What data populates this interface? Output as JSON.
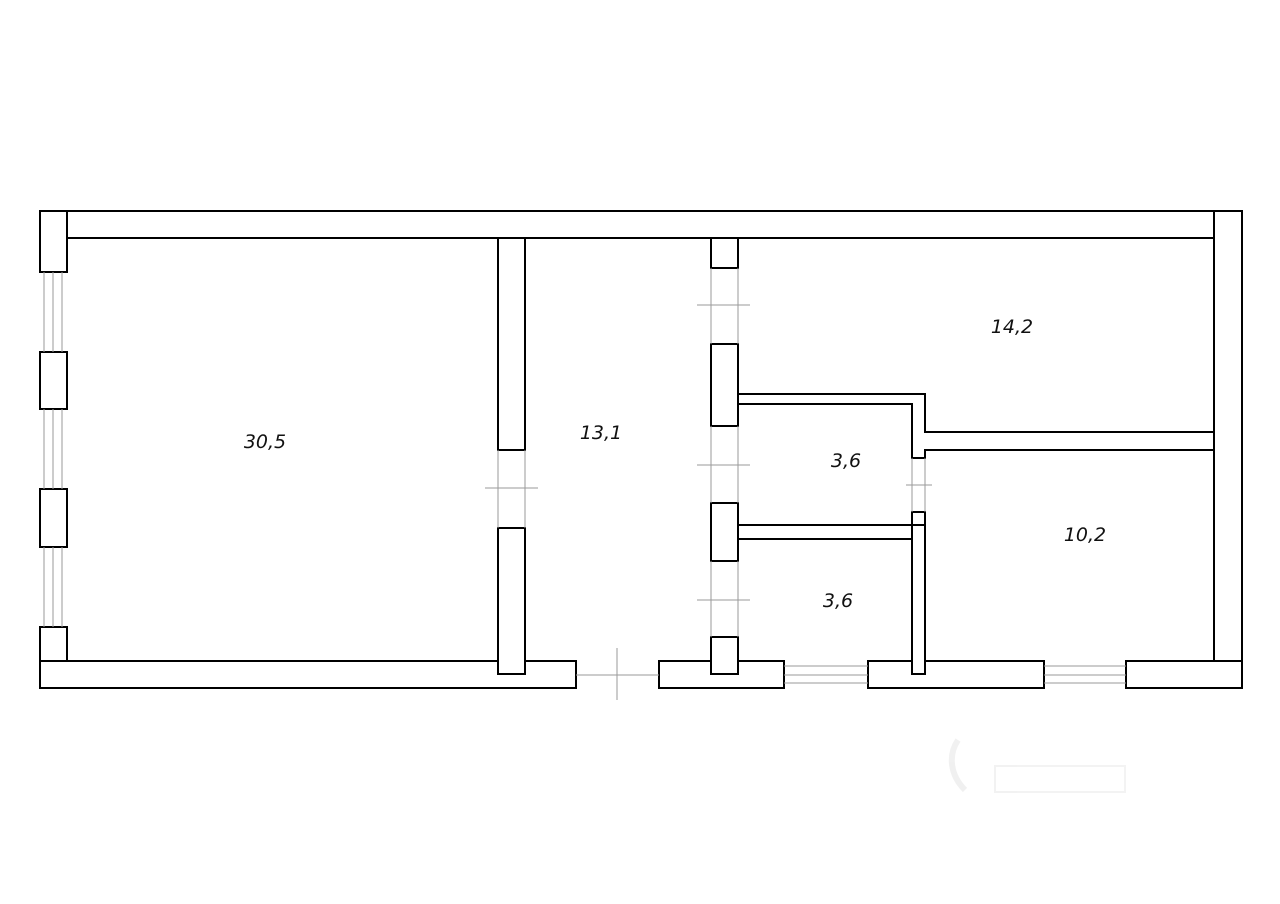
{
  "rooms": [
    {
      "id": "living-room",
      "area": "30,5"
    },
    {
      "id": "hallway",
      "area": "13,1"
    },
    {
      "id": "bedroom-top",
      "area": "14,2"
    },
    {
      "id": "bathroom-upper",
      "area": "3,6"
    },
    {
      "id": "bathroom-lower",
      "area": "3,6"
    },
    {
      "id": "bedroom-bottom",
      "area": "10,2"
    }
  ],
  "colors": {
    "wall_stroke": "#000000",
    "background": "#ffffff",
    "opening_lines": "#9a9a9a"
  }
}
